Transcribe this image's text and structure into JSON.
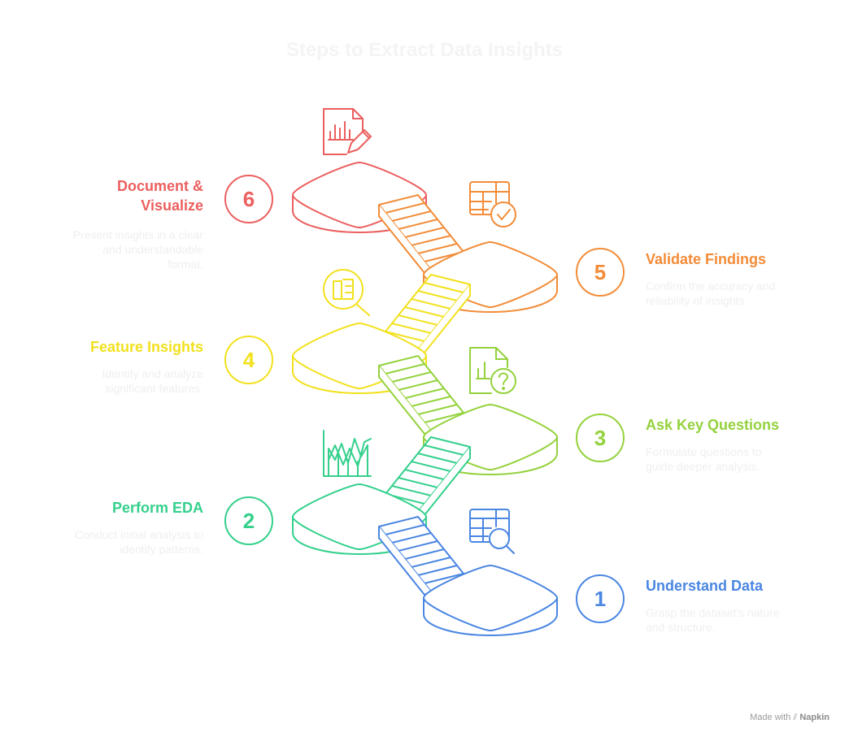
{
  "title": "Steps to Extract Data Insights",
  "colors": {
    "step1": "#4a86e2",
    "step2": "#34d08c",
    "step3": "#94d23c",
    "step4": "#f2e11e",
    "step5": "#f28c38",
    "step6": "#ec5f5f"
  },
  "steps": [
    {
      "number": "1",
      "label": "Understand Data",
      "desc_line1": "Grasp the dataset's nature",
      "desc_line2": "and structure.",
      "icon": "table-search-icon"
    },
    {
      "number": "2",
      "label": "Perform EDA",
      "desc_line1": "Conduct initial analysis to",
      "desc_line2": "identify patterns.",
      "icon": "line-chart-icon"
    },
    {
      "number": "3",
      "label": "Ask Key Questions",
      "desc_line1": "Formulate questions to",
      "desc_line2": "guide deeper analysis.",
      "icon": "document-question-icon"
    },
    {
      "number": "4",
      "label": "Feature Insights",
      "desc_line1": "Identify and analyze",
      "desc_line2": "significant features.",
      "icon": "feature-search-icon"
    },
    {
      "number": "5",
      "label": "Validate Findings",
      "desc_line1": "Confirm the accuracy and",
      "desc_line2": "reliability of insights.",
      "icon": "table-check-icon"
    },
    {
      "number": "6",
      "label_line1": "Document &",
      "label_line2": "Visualize",
      "desc_line1": "Present insights in a clear",
      "desc_line2": "and understandable",
      "desc_line3": "format.",
      "icon": "document-chart-pen-icon"
    }
  ],
  "footer": {
    "made_with": "Made with",
    "brand": "Napkin"
  }
}
